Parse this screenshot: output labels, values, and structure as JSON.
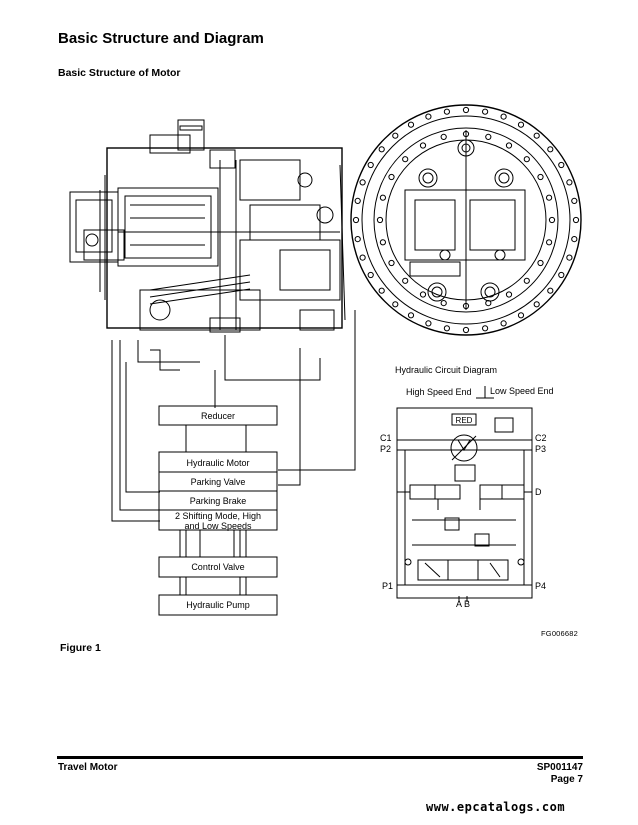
{
  "title": "Basic Structure and Diagram",
  "subtitle": "Basic Structure of Motor",
  "blocks": {
    "reducer": "Reducer",
    "hydraulic_motor": "Hydraulic Motor",
    "parking_valve": "Parking Valve",
    "parking_brake": "Parking Brake",
    "shifting_line1": "2 Shifting Mode, High",
    "shifting_line2": "and Low Speeds",
    "control_valve": "Control Valve",
    "hydraulic_pump": "Hydraulic Pump"
  },
  "circuit": {
    "title": "Hydraulic Circuit Diagram",
    "high_speed": "High Speed End",
    "low_speed": "Low Speed End",
    "red": "RED",
    "ports": {
      "c1": "C1",
      "p2": "P2",
      "c2": "C2",
      "p3": "P3",
      "d": "D",
      "p1": "P1",
      "p4": "P4",
      "ab": "A B"
    }
  },
  "figure_code": "FG006682",
  "figure_label": "Figure 1",
  "footer": {
    "section": "Travel Motor",
    "doc_number": "SP001147",
    "page": "Page 7"
  },
  "watermark": "www.epcatalogs.com"
}
